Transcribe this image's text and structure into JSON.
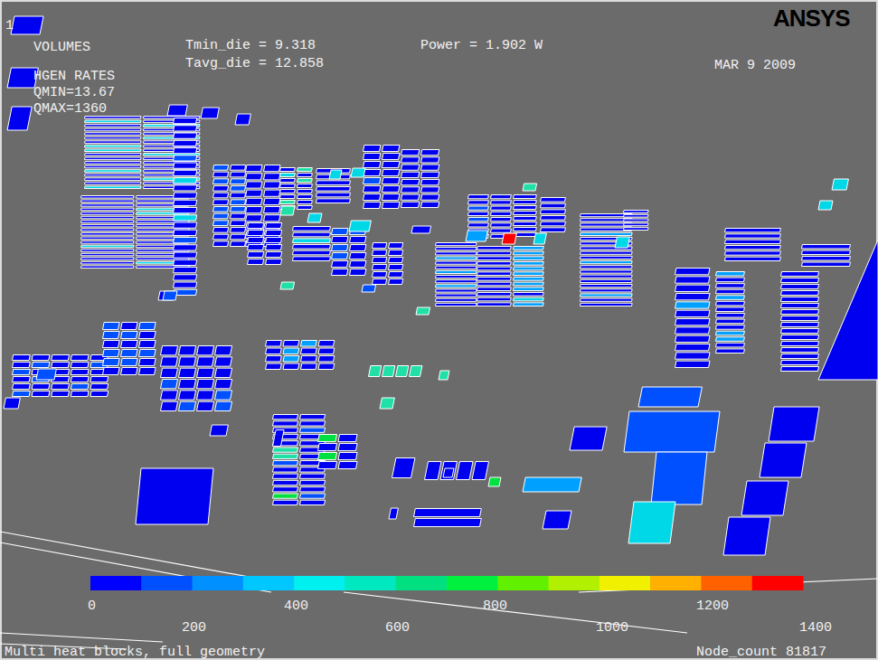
{
  "diagram": {
    "caption": "Multi heat blocks, full geometry",
    "labels": [
      "1",
      "VOLUMES",
      "HGEN RATES",
      "QMIN=13.67",
      "QMAX=1360",
      "Tmin_die = 9.318",
      "Tavg_die = 12.858",
      "Power = 1.902 W",
      "MAR  9 2009",
      "ANSYS",
      "0",
      "200",
      "400",
      "600",
      "800",
      "1000",
      "1200",
      "1400",
      "Node_count 81817"
    ]
  }
}
